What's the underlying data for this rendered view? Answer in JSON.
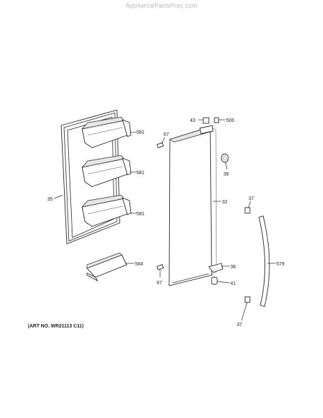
{
  "watermark": "AppliancePartsPros.com",
  "art_no": "(ART NO. WR21113 C11)",
  "callouts": {
    "bin_top": "581",
    "bin_mid": "581",
    "bin_bot": "581",
    "gasket": "35",
    "bottom_bin": "584",
    "cap_top": "67",
    "cap_bot": "67",
    "hinge_part": "43",
    "hinge_pin": "500",
    "stop": "39",
    "door": "32",
    "bracket_bot": "38",
    "roller": "41",
    "handle_screw_top": "37",
    "handle": "579",
    "handle_screw_bot": "37"
  }
}
